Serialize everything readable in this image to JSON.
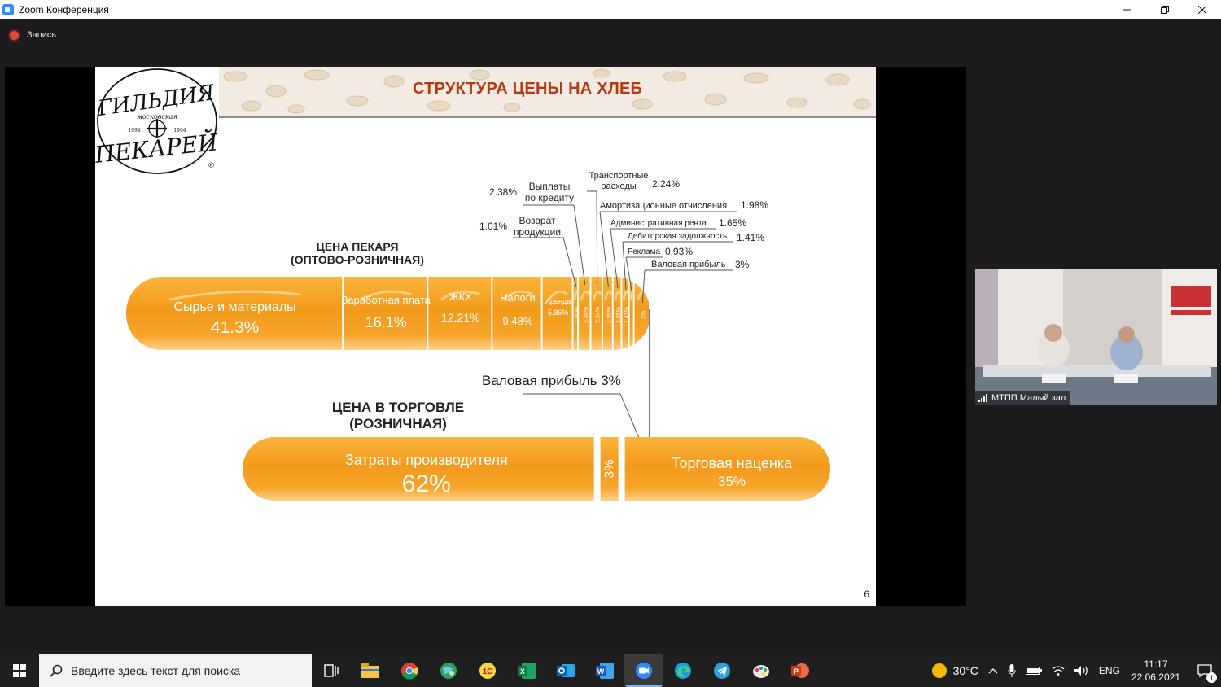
{
  "window": {
    "title": "Zoom Конференция",
    "minimize": "—",
    "restore": "❐",
    "close": "✕"
  },
  "recording": {
    "label": "Запись",
    "color": "#e0473c"
  },
  "slide": {
    "title": "СТРУКТУРА ЦЕНЫ НА ХЛЕБ",
    "title_color": "#b53a12",
    "logo": {
      "top_text": "ГИЛЬДИЯ",
      "middle_text": "московская",
      "bottom_text": "ПЕКАРЕЙ",
      "year_left": "1994",
      "year_right": "1994",
      "reg": "®"
    },
    "page_number": "6"
  },
  "chart_data": {
    "type": "bar",
    "bread_color": "#f29a1b",
    "bakery_price": {
      "title_line1": "ЦЕНА ПЕКАРЯ",
      "title_line2": "(ОПТОВО-РОЗНИЧНАЯ)",
      "segments": [
        {
          "name": "Сырье и материалы",
          "label": "41.3%",
          "value": 41.3
        },
        {
          "name": "Заработная плата",
          "label": "16.1%",
          "value": 16.1
        },
        {
          "name": "ЖКХ",
          "label": "12.21%",
          "value": 12.21
        },
        {
          "name": "Налоги",
          "label": "9.48%",
          "value": 9.48
        },
        {
          "name": "Аренда",
          "label": "5.86%",
          "value": 5.86
        },
        {
          "name": "Возврат продукции",
          "label": "1.01%",
          "value": 1.01,
          "bar_label": "1.01%"
        },
        {
          "name": "Выплаты по кредиту",
          "label": "2.38%",
          "value": 2.38,
          "bar_label": "2.38%"
        },
        {
          "name": "Транспортные расходы",
          "label": "2.24%",
          "value": 2.24,
          "bar_label": "2.24%"
        },
        {
          "name": "Амортизационные отчисления",
          "label": "1.98%",
          "value": 1.98,
          "bar_label": "1.98%"
        },
        {
          "name": "Административная рента",
          "label": "1.65%",
          "value": 1.65,
          "bar_label": "1.65%"
        },
        {
          "name": "Дебиторская задолжность",
          "label": "1.41%",
          "value": 1.41,
          "bar_label": "1.41%"
        },
        {
          "name": "Реклама",
          "label": "0.93%",
          "value": 0.93
        },
        {
          "name": "Валовая прибыль",
          "label": "3%",
          "value": 3,
          "bar_label": "3%"
        }
      ],
      "callouts": {
        "credit": {
          "line1": "Выплаты",
          "line2": "по кредиту",
          "value": "2.38%"
        },
        "returns": {
          "line1": "Возврат",
          "line2": "продукции",
          "value": "1.01%"
        },
        "transport": {
          "line1": "Транспортные",
          "line2": "расходы",
          "value": "2.24%"
        },
        "amort": {
          "text": "Амортизационные отчисления",
          "value": "1.98%"
        },
        "admin": {
          "text": "Административная рента",
          "value": "1.65%"
        },
        "debt": {
          "text": "Дебиторская задолжность",
          "value": "1.41%"
        },
        "ads": {
          "text": "Реклама",
          "value": "0.93%"
        },
        "profit": {
          "text": "Валовая прибыль",
          "value": "3%"
        }
      }
    },
    "retail_price": {
      "title_line1": "ЦЕНА В ТОРГОВЛЕ",
      "title_line2": "(РОЗНИЧНАЯ)",
      "segments": [
        {
          "name": "Затраты производителя",
          "label": "62%",
          "value": 62
        },
        {
          "name": "Валовая прибыль",
          "label": "3%",
          "value": 3
        },
        {
          "name": "Торговая наценка",
          "label": "35%",
          "value": 35
        }
      ],
      "profit_callout": "Валовая прибыль 3%"
    }
  },
  "video_tile": {
    "label": "МТПП Малый зал"
  },
  "taskbar": {
    "search_placeholder": "Введите здесь текст для поиска",
    "apps": [
      "task-view",
      "file-explorer",
      "chrome",
      "maps",
      "1c",
      "excel",
      "outlook",
      "word",
      "zoom",
      "edge",
      "telegram",
      "paint",
      "powerpoint"
    ],
    "active_app": "zoom",
    "weather": "30°C",
    "language": "ENG",
    "time": "11:17",
    "date": "22.06.2021",
    "notifications": "1"
  }
}
